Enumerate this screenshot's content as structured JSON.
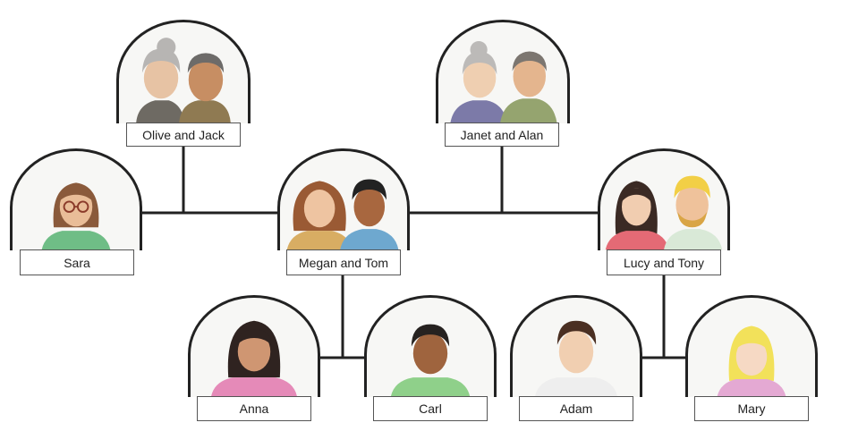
{
  "people": {
    "olive_jack": "Olive and Jack",
    "janet_alan": "Janet and Alan",
    "sara": "Sara",
    "megan_tom": "Megan and Tom",
    "lucy_tony": "Lucy and Tony",
    "anna": "Anna",
    "carl": "Carl",
    "adam": "Adam",
    "mary": "Mary"
  },
  "colors": {
    "line": "#222222",
    "label_border": "#555555",
    "portrait_bg": "#f7f7f5"
  }
}
